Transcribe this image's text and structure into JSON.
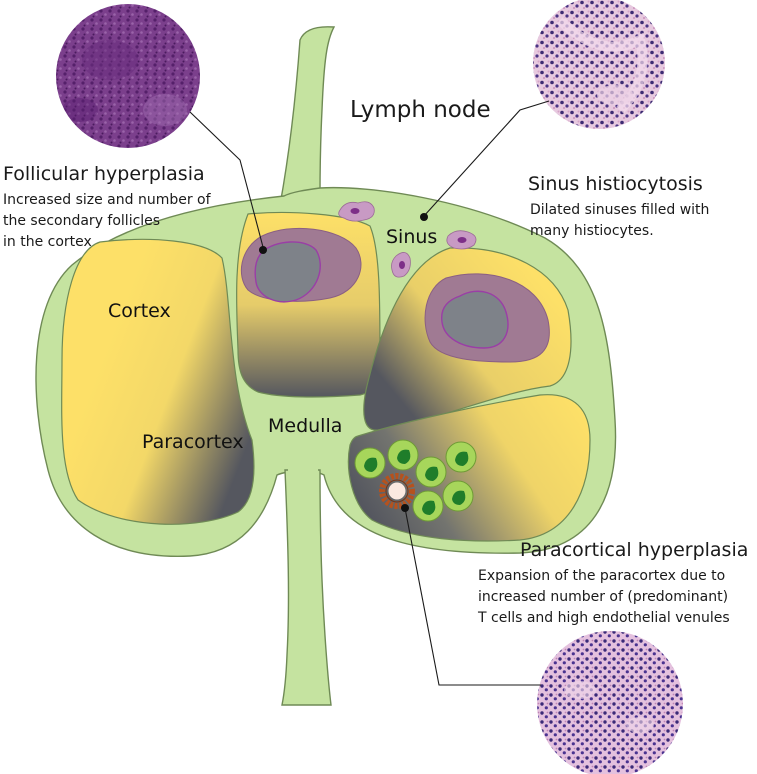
{
  "title": "Lymph node",
  "regions": {
    "cortex": "Cortex",
    "paracortex": "Paracortex",
    "medulla": "Medulla",
    "sinus": "Sinus"
  },
  "annotations": {
    "follicular": {
      "title": "Follicular hyperplasia",
      "lines": [
        "Increased size and number of",
        "the secondary follicles",
        "in the cortex"
      ]
    },
    "sinus": {
      "title": "Sinus histiocytosis",
      "lines": [
        "Dilated sinuses filled with",
        "many histiocytes."
      ]
    },
    "paracortical": {
      "title": "Paracortical hyperplasia",
      "lines": [
        "Expansion of the paracortex due to",
        "increased number of (predominant)",
        "T cells and high endothelial venules"
      ]
    }
  },
  "colors": {
    "capsule": "#c5e3a0",
    "outline": "#6f8a55",
    "cortex": "#fde068",
    "dark": "#5d5f6b",
    "follicle": "#a07a93",
    "germinal": "#7e8289",
    "histiocyte": "#c89ac4",
    "tcell_outer": "#a7d65b",
    "tcell_inner": "#1f7d2a",
    "venule": "#b5521e"
  }
}
